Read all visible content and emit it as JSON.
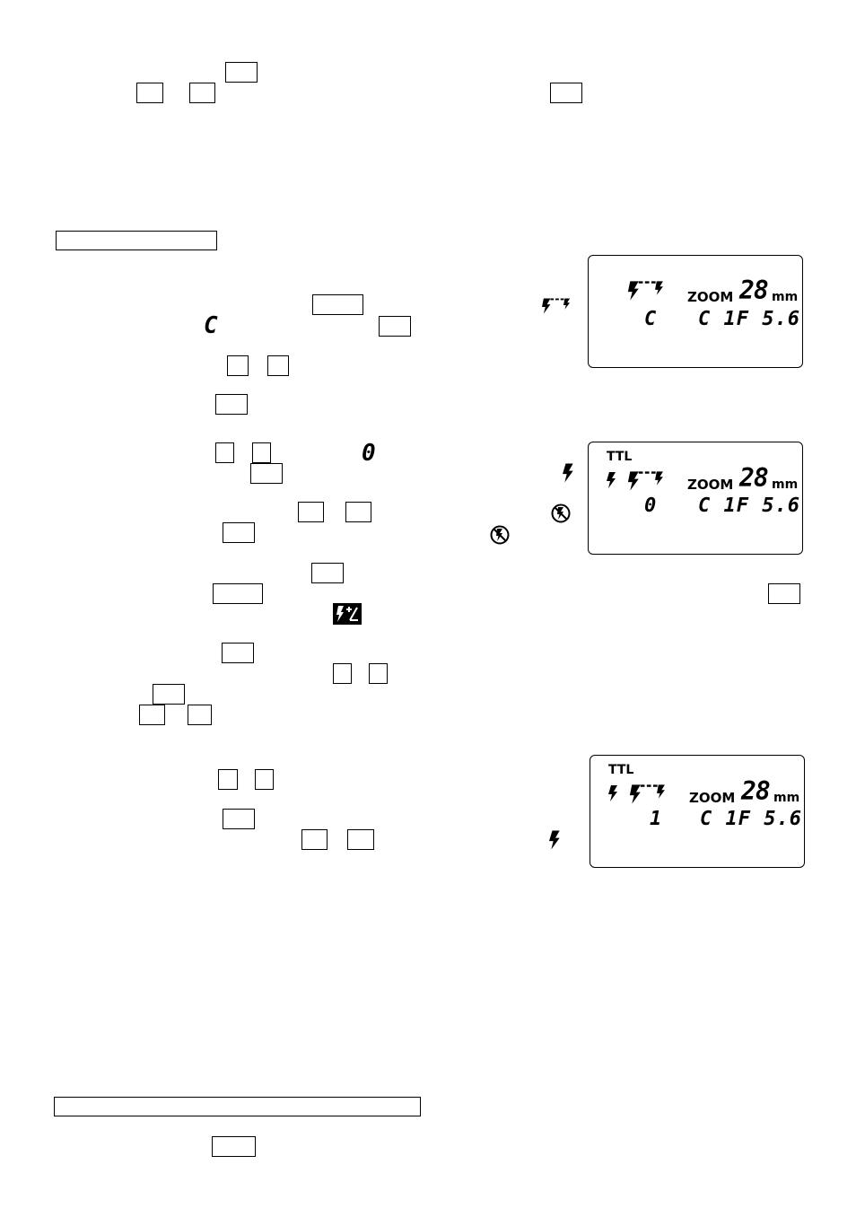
{
  "glyphs": {
    "channel_c": "C",
    "level_zero": "0"
  },
  "panels": [
    {
      "ttl": "",
      "zoom_label": "ZOOM",
      "zoom_value": "28",
      "zoom_unit": "mm",
      "channel": "C",
      "readout": "C 1F 5.6"
    },
    {
      "ttl": "TTL",
      "zoom_label": "ZOOM",
      "zoom_value": "28",
      "zoom_unit": "mm",
      "channel": "0",
      "readout": "C 1F 5.6"
    },
    {
      "ttl": "TTL",
      "zoom_label": "ZOOM",
      "zoom_value": "28",
      "zoom_unit": "mm",
      "channel": "1",
      "readout": "C 1F 5.6"
    }
  ]
}
